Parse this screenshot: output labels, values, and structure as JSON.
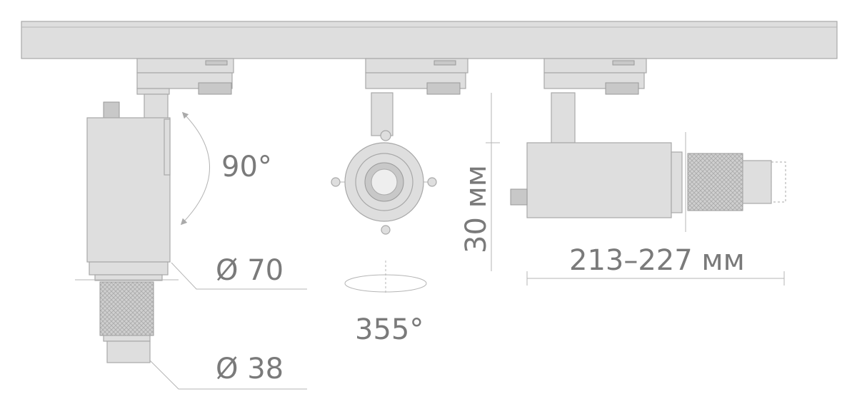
{
  "labels": {
    "tilt_angle": "90°",
    "body_diameter": "Ø 70",
    "lens_diameter": "Ø 38",
    "rotation_angle": "355°",
    "height": "30 мм",
    "length": "213–227 мм"
  },
  "colors": {
    "fill": "#dedede",
    "stroke": "#a8a8a8",
    "text": "#7a7a7a"
  }
}
